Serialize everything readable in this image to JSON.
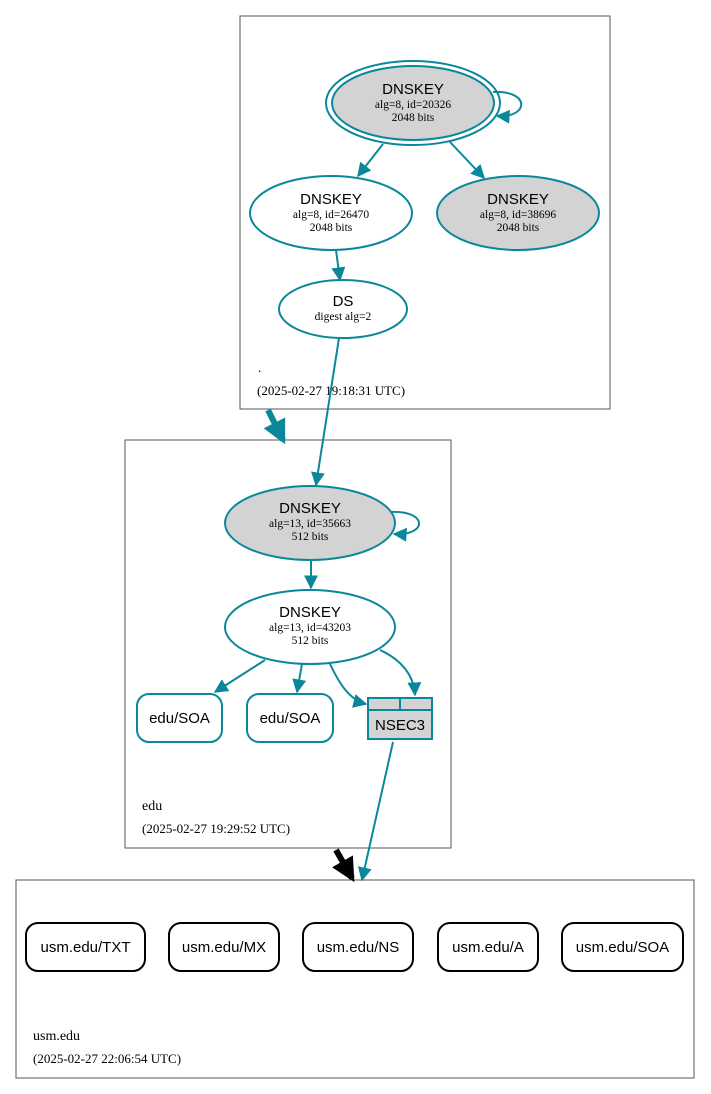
{
  "colors": {
    "edge": "#0a879a",
    "fill_gray": "#d3d3d3",
    "cluster_border": "#555555",
    "black": "#000000"
  },
  "zones": {
    "root": {
      "name": ".",
      "timestamp": "(2025-02-27 19:18:31 UTC)"
    },
    "edu": {
      "name": "edu",
      "timestamp": "(2025-02-27 19:29:52 UTC)"
    },
    "usm": {
      "name": "usm.edu",
      "timestamp": "(2025-02-27 22:06:54 UTC)"
    }
  },
  "nodes": {
    "root_ksk": {
      "title": "DNSKEY",
      "line1": "alg=8, id=20326",
      "line2": "2048 bits"
    },
    "root_zsk1": {
      "title": "DNSKEY",
      "line1": "alg=8, id=26470",
      "line2": "2048 bits"
    },
    "root_zsk2": {
      "title": "DNSKEY",
      "line1": "alg=8, id=38696",
      "line2": "2048 bits"
    },
    "root_ds": {
      "title": "DS",
      "line1": "digest alg=2"
    },
    "edu_ksk": {
      "title": "DNSKEY",
      "line1": "alg=13, id=35663",
      "line2": "512 bits"
    },
    "edu_zsk": {
      "title": "DNSKEY",
      "line1": "alg=13, id=43203",
      "line2": "512 bits"
    },
    "edu_soa1": {
      "label": "edu/SOA"
    },
    "edu_soa2": {
      "label": "edu/SOA"
    },
    "edu_nsec3": {
      "label": "NSEC3"
    },
    "usm_txt": {
      "label": "usm.edu/TXT"
    },
    "usm_mx": {
      "label": "usm.edu/MX"
    },
    "usm_ns": {
      "label": "usm.edu/NS"
    },
    "usm_a": {
      "label": "usm.edu/A"
    },
    "usm_soa": {
      "label": "usm.edu/SOA"
    }
  }
}
